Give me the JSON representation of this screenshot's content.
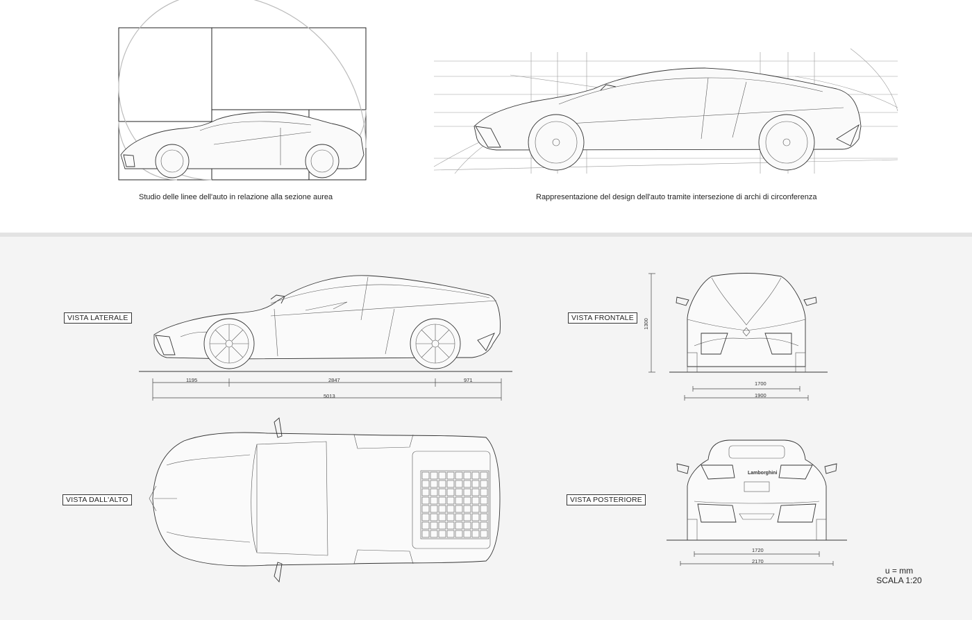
{
  "captions": {
    "golden": "Studio delle linee dell'auto in relazione alla sezione aurea",
    "arcs": "Rappresentazione del design dell'auto tramite intersezione di archi di circonferenza"
  },
  "views": {
    "side": "VISTA LATERALE",
    "front": "VISTA FRONTALE",
    "top": "VISTA DALL'ALTO",
    "rear": "VISTA POSTERIORE"
  },
  "dimensions": {
    "front_overhang": "1195",
    "wheelbase": "2847",
    "rear_overhang": "971",
    "length": "5013",
    "height": "1300",
    "front_track": "1700",
    "front_width": "1900",
    "rear_track": "1720",
    "rear_width": "2170"
  },
  "brand": "Lamborghini",
  "units": {
    "unit": "u = mm",
    "scale": "SCALA 1:20"
  }
}
